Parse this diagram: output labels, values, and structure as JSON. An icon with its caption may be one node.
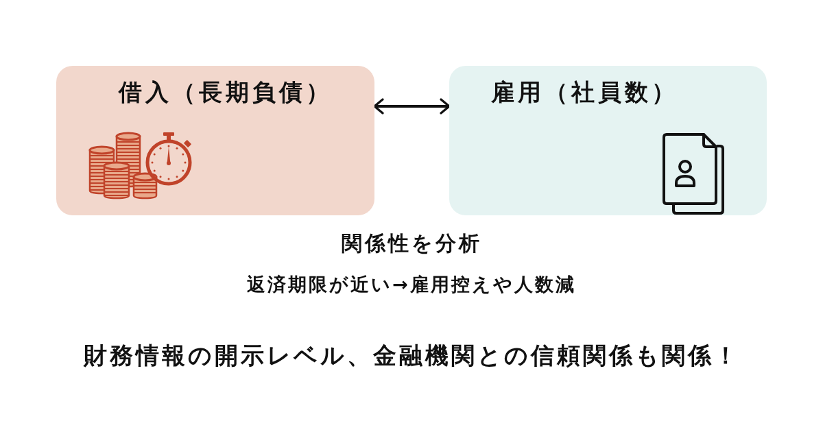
{
  "diagram": {
    "nodes": [
      {
        "text": [
          "借入（長期負債）"
        ]
      },
      {
        "text": [
          "雇用（社員数）"
        ]
      }
    ],
    "edges": [
      {
        "from": 0,
        "to": 1,
        "arrow": "both"
      }
    ],
    "labels": [
      "関係性を分析",
      "返済期限が近い→雇用控えや人数減",
      "財務情報の開示レベル、金融機関との信頼関係も関係！"
    ]
  }
}
